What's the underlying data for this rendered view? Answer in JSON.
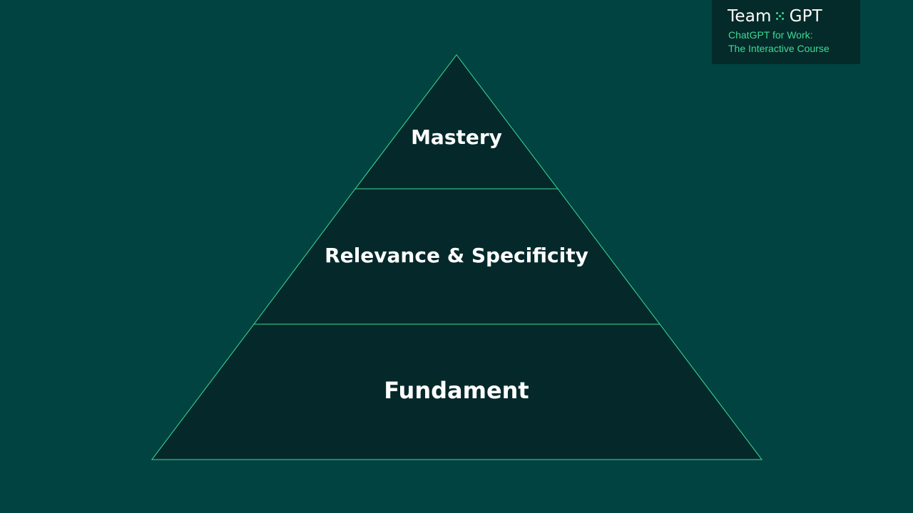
{
  "brand": {
    "name_left": "Team",
    "name_right": "GPT",
    "subtitle_line1": "ChatGPT for Work:",
    "subtitle_line2": "The Interactive Course",
    "accent_color": "#3ddc97",
    "logo_bg_color": "#042a29"
  },
  "pyramid": {
    "tiers": [
      {
        "label": "Mastery"
      },
      {
        "label": "Relevance & Specificity"
      },
      {
        "label": "Fundament"
      }
    ],
    "fill_color": "#05292a",
    "edge_color": "#3ddc97"
  },
  "background_color": "#014341"
}
